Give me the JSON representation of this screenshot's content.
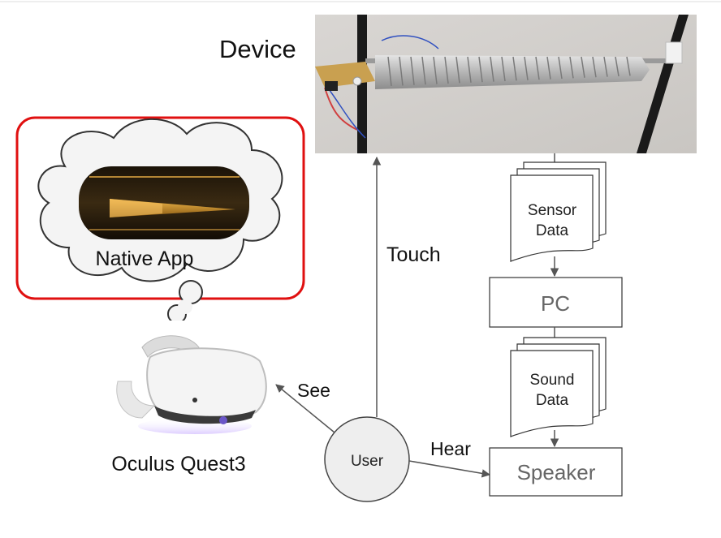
{
  "labels": {
    "device": "Device",
    "native_app": "Native App",
    "oculus": "Oculus Quest3",
    "touch": "Touch",
    "see": "See",
    "hear": "Hear",
    "user": "User",
    "sensor_line1": "Sensor",
    "sensor_line2": "Data",
    "pc": "PC",
    "sound_line1": "Sound",
    "sound_line2": "Data",
    "speaker": "Speaker"
  },
  "colors": {
    "highlight_border": "#e01010",
    "line": "#555555",
    "box_text": "#666666",
    "user_fill": "#eeeeee"
  }
}
